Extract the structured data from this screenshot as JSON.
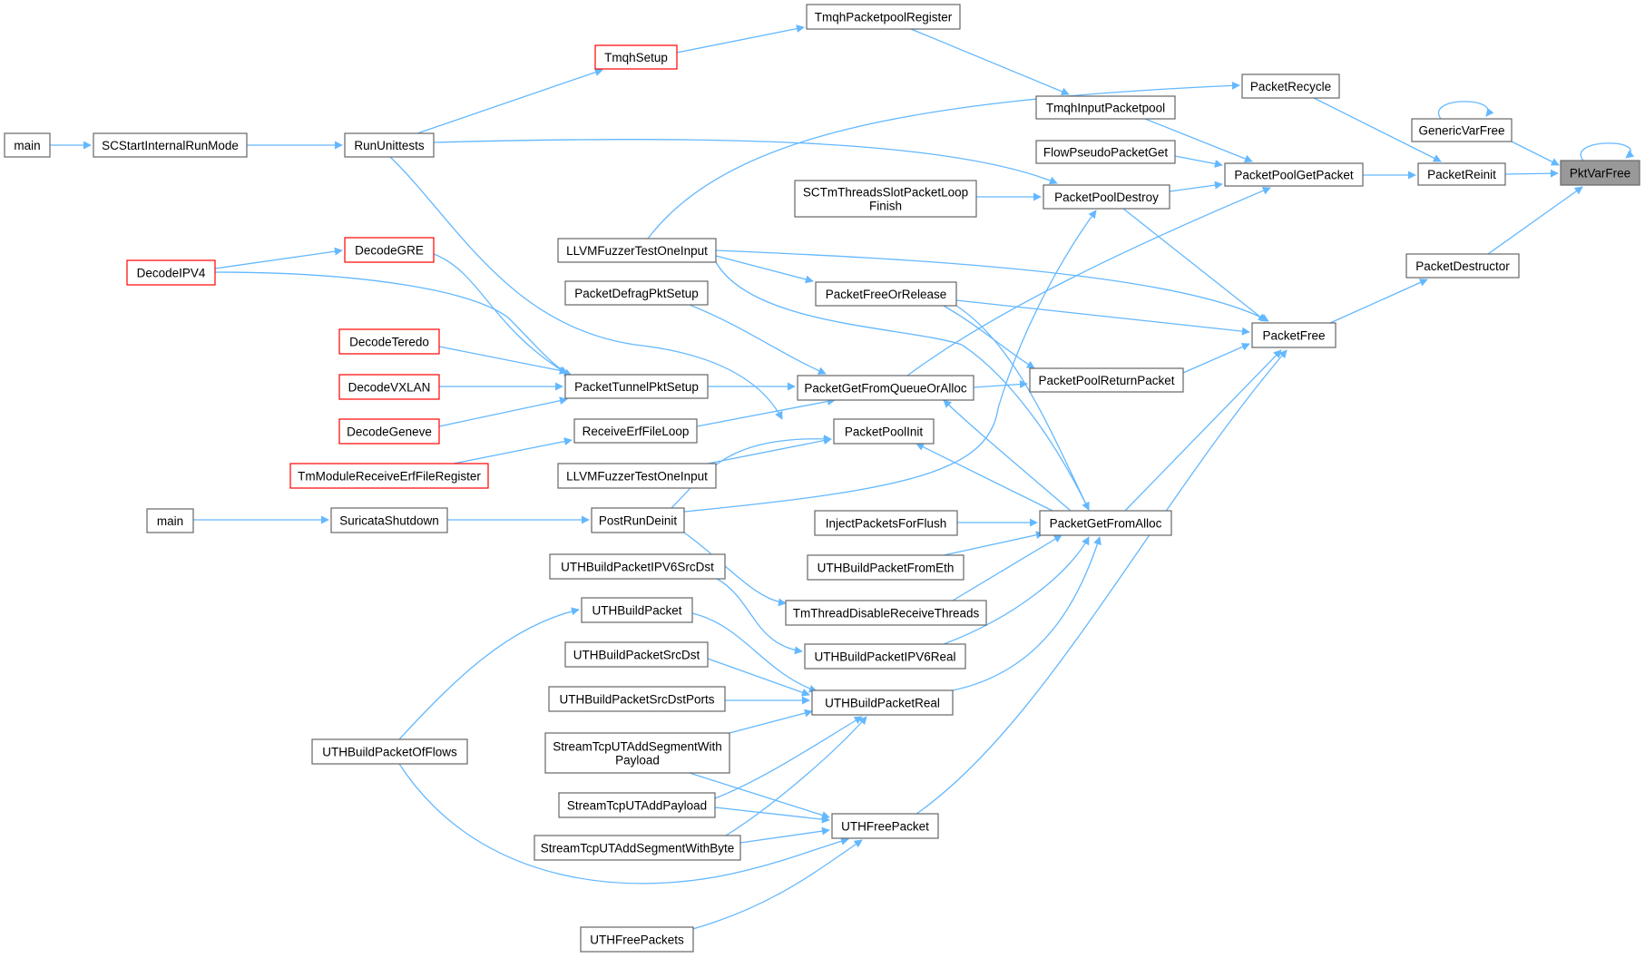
{
  "colors": {
    "edge": "#63b8ff",
    "node_border_normal": "#666666",
    "node_border_truncated": "#ff0000",
    "node_fill_normal": "#ffffff",
    "node_fill_current": "#999999",
    "text": "#000000"
  },
  "nodes": [
    {
      "id": "pktvarfree",
      "label": [
        "PktVarFree"
      ],
      "style": "current"
    },
    {
      "id": "genericvarfree",
      "label": [
        "GenericVarFree"
      ],
      "style": "normal"
    },
    {
      "id": "packetreinit",
      "label": [
        "PacketReinit"
      ],
      "style": "normal"
    },
    {
      "id": "packetdestructor",
      "label": [
        "PacketDestructor"
      ],
      "style": "normal"
    },
    {
      "id": "packetrecycle",
      "label": [
        "PacketRecycle"
      ],
      "style": "normal"
    },
    {
      "id": "packetpoolgetpacket",
      "label": [
        "PacketPoolGetPacket"
      ],
      "style": "normal"
    },
    {
      "id": "packetfree",
      "label": [
        "PacketFree"
      ],
      "style": "normal"
    },
    {
      "id": "tmqhpacketpoolregister",
      "label": [
        "TmqhPacketpoolRegister"
      ],
      "style": "normal"
    },
    {
      "id": "tmqhinputpacketpool",
      "label": [
        "TmqhInputPacketpool"
      ],
      "style": "normal"
    },
    {
      "id": "flowpseudopacketget",
      "label": [
        "FlowPseudoPacketGet"
      ],
      "style": "normal"
    },
    {
      "id": "packetpooldestroy",
      "label": [
        "PacketPoolDestroy"
      ],
      "style": "normal"
    },
    {
      "id": "sctmthreadsslot",
      "label": [
        "SCTmThreadsSlotPacketLoop",
        "Finish"
      ],
      "style": "normal"
    },
    {
      "id": "tmqhsetup",
      "label": [
        "TmqhSetup"
      ],
      "style": "truncated"
    },
    {
      "id": "rununittests",
      "label": [
        "RunUnittests"
      ],
      "style": "normal"
    },
    {
      "id": "scstartinternal",
      "label": [
        "SCStartInternalRunMode"
      ],
      "style": "normal"
    },
    {
      "id": "main1",
      "label": [
        "main"
      ],
      "style": "normal"
    },
    {
      "id": "llvmfuzzer1",
      "label": [
        "LLVMFuzzerTestOneInput"
      ],
      "style": "normal"
    },
    {
      "id": "packetfreeorrelease",
      "label": [
        "PacketFreeOrRelease"
      ],
      "style": "normal"
    },
    {
      "id": "packetdefragpktsetup",
      "label": [
        "PacketDefragPktSetup"
      ],
      "style": "normal"
    },
    {
      "id": "packetpoolreturnpacket",
      "label": [
        "PacketPoolReturnPacket"
      ],
      "style": "normal"
    },
    {
      "id": "packetgetfromqueueoralloc",
      "label": [
        "PacketGetFromQueueOrAlloc"
      ],
      "style": "normal"
    },
    {
      "id": "packettunnelpktsetup",
      "label": [
        "PacketTunnelPktSetup"
      ],
      "style": "normal"
    },
    {
      "id": "decodegre",
      "label": [
        "DecodeGRE"
      ],
      "style": "truncated"
    },
    {
      "id": "decodeipv4",
      "label": [
        "DecodeIPV4"
      ],
      "style": "truncated"
    },
    {
      "id": "decodeteredo",
      "label": [
        "DecodeTeredo"
      ],
      "style": "truncated"
    },
    {
      "id": "decodevxlan",
      "label": [
        "DecodeVXLAN"
      ],
      "style": "truncated"
    },
    {
      "id": "decodegeneve",
      "label": [
        "DecodeGeneve"
      ],
      "style": "truncated"
    },
    {
      "id": "receiveerffileloop",
      "label": [
        "ReceiveErfFileLoop"
      ],
      "style": "normal"
    },
    {
      "id": "tmmodulereceiveerf",
      "label": [
        "TmModuleReceiveErfFileRegister"
      ],
      "style": "truncated"
    },
    {
      "id": "packetpoolinit",
      "label": [
        "PacketPoolInit"
      ],
      "style": "normal"
    },
    {
      "id": "llvmfuzzer2",
      "label": [
        "LLVMFuzzerTestOneInput"
      ],
      "style": "normal"
    },
    {
      "id": "postrundeinit",
      "label": [
        "PostRunDeinit"
      ],
      "style": "normal"
    },
    {
      "id": "suricatashutdown",
      "label": [
        "SuricataShutdown"
      ],
      "style": "normal"
    },
    {
      "id": "main2",
      "label": [
        "main"
      ],
      "style": "normal"
    },
    {
      "id": "packetgetfromalloc",
      "label": [
        "PacketGetFromAlloc"
      ],
      "style": "normal"
    },
    {
      "id": "injectpacketsforflush",
      "label": [
        "InjectPacketsForFlush"
      ],
      "style": "normal"
    },
    {
      "id": "uthbuildpacketfrometh",
      "label": [
        "UTHBuildPacketFromEth"
      ],
      "style": "normal"
    },
    {
      "id": "tmthreaddisable",
      "label": [
        "TmThreadDisableReceiveThreads"
      ],
      "style": "normal"
    },
    {
      "id": "uthbuildpacketipv6real",
      "label": [
        "UTHBuildPacketIPV6Real"
      ],
      "style": "normal"
    },
    {
      "id": "uthbuildpacketipv6srcdst",
      "label": [
        "UTHBuildPacketIPV6SrcDst"
      ],
      "style": "normal"
    },
    {
      "id": "uthbuildpacket",
      "label": [
        "UTHBuildPacket"
      ],
      "style": "normal"
    },
    {
      "id": "uthbuildpacketsrcdst",
      "label": [
        "UTHBuildPacketSrcDst"
      ],
      "style": "normal"
    },
    {
      "id": "uthbuildpacketsrcdstports",
      "label": [
        "UTHBuildPacketSrcDstPorts"
      ],
      "style": "normal"
    },
    {
      "id": "uthbuildpacketreal",
      "label": [
        "UTHBuildPacketReal"
      ],
      "style": "normal"
    },
    {
      "id": "streamtcputaddsegwithpayload",
      "label": [
        "StreamTcpUTAddSegmentWith",
        "Payload"
      ],
      "style": "normal"
    },
    {
      "id": "streamtcputaddpayload",
      "label": [
        "StreamTcpUTAddPayload"
      ],
      "style": "normal"
    },
    {
      "id": "streamtcputaddsegwithbyte",
      "label": [
        "StreamTcpUTAddSegmentWithByte"
      ],
      "style": "normal"
    },
    {
      "id": "uthfreepacket",
      "label": [
        "UTHFreePacket"
      ],
      "style": "normal"
    },
    {
      "id": "uthbuildpacketofflows",
      "label": [
        "UTHBuildPacketOfFlows"
      ],
      "style": "normal"
    },
    {
      "id": "uthfreepackets",
      "label": [
        "UTHFreePackets"
      ],
      "style": "normal"
    }
  ],
  "edges": [
    {
      "from": "genericvarfree",
      "to": "genericvarfree"
    },
    {
      "from": "pktvarfree",
      "to": "pktvarfree"
    },
    {
      "from": "genericvarfree",
      "to": "pktvarfree"
    },
    {
      "from": "packetreinit",
      "to": "pktvarfree"
    },
    {
      "from": "packetdestructor",
      "to": "pktvarfree"
    },
    {
      "from": "packetrecycle",
      "to": "packetreinit"
    },
    {
      "from": "packetpoolgetpacket",
      "to": "packetreinit"
    },
    {
      "from": "packetfree",
      "to": "packetdestructor"
    },
    {
      "from": "tmqhpacketpoolregister",
      "to": "tmqhinputpacketpool"
    },
    {
      "from": "tmqhinputpacketpool",
      "to": "packetpoolgetpacket"
    },
    {
      "from": "flowpseudopacketget",
      "to": "packetpoolgetpacket"
    },
    {
      "from": "packetpooldestroy",
      "to": "packetpoolgetpacket"
    },
    {
      "from": "packetgetfromqueueoralloc",
      "to": "packetpoolgetpacket"
    },
    {
      "from": "tmqhsetup",
      "to": "tmqhpacketpoolregister"
    },
    {
      "from": "rununittests",
      "to": "tmqhsetup"
    },
    {
      "from": "scstartinternal",
      "to": "rununittests"
    },
    {
      "from": "main1",
      "to": "scstartinternal"
    },
    {
      "from": "llvmfuzzer1",
      "to": "packetrecycle"
    },
    {
      "from": "rununittests",
      "to": "packetpooldestroy"
    },
    {
      "from": "sctmthreadsslot",
      "to": "packetpooldestroy"
    },
    {
      "from": "postrundeinit",
      "to": "packetpooldestroy"
    },
    {
      "from": "packetpooldestroy",
      "to": "packetfree"
    },
    {
      "from": "llvmfuzzer1",
      "to": "packetfree"
    },
    {
      "from": "llvmfuzzer1",
      "to": "packetfreeorrelease"
    },
    {
      "from": "packetfreeorrelease",
      "to": "packetfree"
    },
    {
      "from": "packetfreeorrelease",
      "to": "packetpoolreturnpacket"
    },
    {
      "from": "packetpoolreturnpacket",
      "to": "packetfree"
    },
    {
      "from": "packetgetfromalloc",
      "to": "packetfree"
    },
    {
      "from": "uthfreepacket",
      "to": "packetfree"
    },
    {
      "from": "packetgetfromqueueoralloc",
      "to": "packetpoolreturnpacket"
    },
    {
      "from": "packetdefragpktsetup",
      "to": "packetgetfromqueueoralloc"
    },
    {
      "from": "packettunnelpktsetup",
      "to": "packetgetfromqueueoralloc"
    },
    {
      "from": "receiveerffileloop",
      "to": "packetgetfromqueueoralloc"
    },
    {
      "from": "decodegre",
      "to": "packettunnelpktsetup"
    },
    {
      "from": "decodeipv4",
      "to": "packettunnelpktsetup"
    },
    {
      "from": "decodeteredo",
      "to": "packettunnelpktsetup"
    },
    {
      "from": "decodevxlan",
      "to": "packettunnelpktsetup"
    },
    {
      "from": "decodegeneve",
      "to": "packettunnelpktsetup"
    },
    {
      "from": "decodeipv4",
      "to": "decodegre"
    },
    {
      "from": "tmmodulereceiveerf",
      "to": "receiveerffileloop"
    },
    {
      "from": "rununittests",
      "to": "packetpoolinit"
    },
    {
      "from": "llvmfuzzer2",
      "to": "packetpoolinit"
    },
    {
      "from": "postrundeinit",
      "to": "packetpoolinit"
    },
    {
      "from": "suricatashutdown",
      "to": "postrundeinit"
    },
    {
      "from": "main2",
      "to": "suricatashutdown"
    },
    {
      "from": "packetgetfromalloc",
      "to": "packetgetfromqueueoralloc"
    },
    {
      "from": "packetgetfromalloc",
      "to": "packetpoolinit"
    },
    {
      "from": "llvmfuzzer1",
      "to": "packetgetfromalloc"
    },
    {
      "from": "packetfreeorrelease",
      "to": "packetgetfromalloc"
    },
    {
      "from": "injectpacketsforflush",
      "to": "packetgetfromalloc"
    },
    {
      "from": "uthbuildpacketfrometh",
      "to": "packetgetfromalloc"
    },
    {
      "from": "tmthreaddisable",
      "to": "packetgetfromalloc"
    },
    {
      "from": "uthbuildpacketipv6real",
      "to": "packetgetfromalloc"
    },
    {
      "from": "uthbuildpacketreal",
      "to": "packetgetfromalloc"
    },
    {
      "from": "postrundeinit",
      "to": "tmthreaddisable"
    },
    {
      "from": "uthbuildpacketipv6srcdst",
      "to": "uthbuildpacketipv6real"
    },
    {
      "from": "uthbuildpacket",
      "to": "uthbuildpacketreal"
    },
    {
      "from": "uthbuildpacketsrcdst",
      "to": "uthbuildpacketreal"
    },
    {
      "from": "uthbuildpacketsrcdstports",
      "to": "uthbuildpacketreal"
    },
    {
      "from": "streamtcputaddsegwithpayload",
      "to": "uthbuildpacketreal"
    },
    {
      "from": "streamtcputaddpayload",
      "to": "uthbuildpacketreal"
    },
    {
      "from": "streamtcputaddsegwithbyte",
      "to": "uthbuildpacketreal"
    },
    {
      "from": "uthbuildpacketofflows",
      "to": "uthbuildpacket"
    },
    {
      "from": "streamtcputaddsegwithpayload",
      "to": "uthfreepacket"
    },
    {
      "from": "streamtcputaddpayload",
      "to": "uthfreepacket"
    },
    {
      "from": "streamtcputaddsegwithbyte",
      "to": "uthfreepacket"
    },
    {
      "from": "uthbuildpacketofflows",
      "to": "uthfreepacket"
    },
    {
      "from": "uthfreepackets",
      "to": "uthfreepacket"
    }
  ]
}
